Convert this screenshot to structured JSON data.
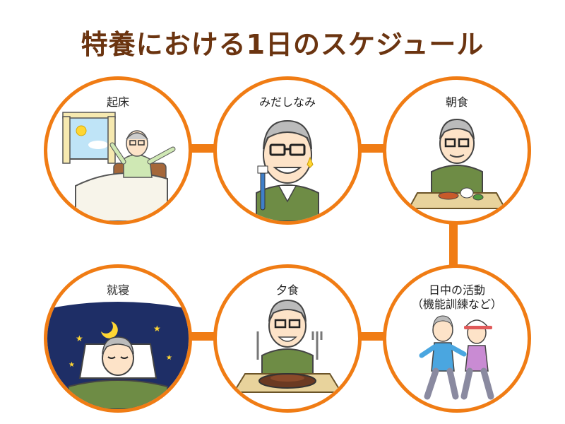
{
  "title": "特養における1日のスケジュール",
  "steps": [
    {
      "label": "起床"
    },
    {
      "label": "みだしなみ"
    },
    {
      "label": "朝食"
    },
    {
      "label": "日中の活動",
      "sublabel": "（機能訓練など）"
    },
    {
      "label": "夕食"
    },
    {
      "label": "就寝"
    }
  ],
  "colors": {
    "accent": "#f07c14",
    "title": "#6b3410"
  }
}
